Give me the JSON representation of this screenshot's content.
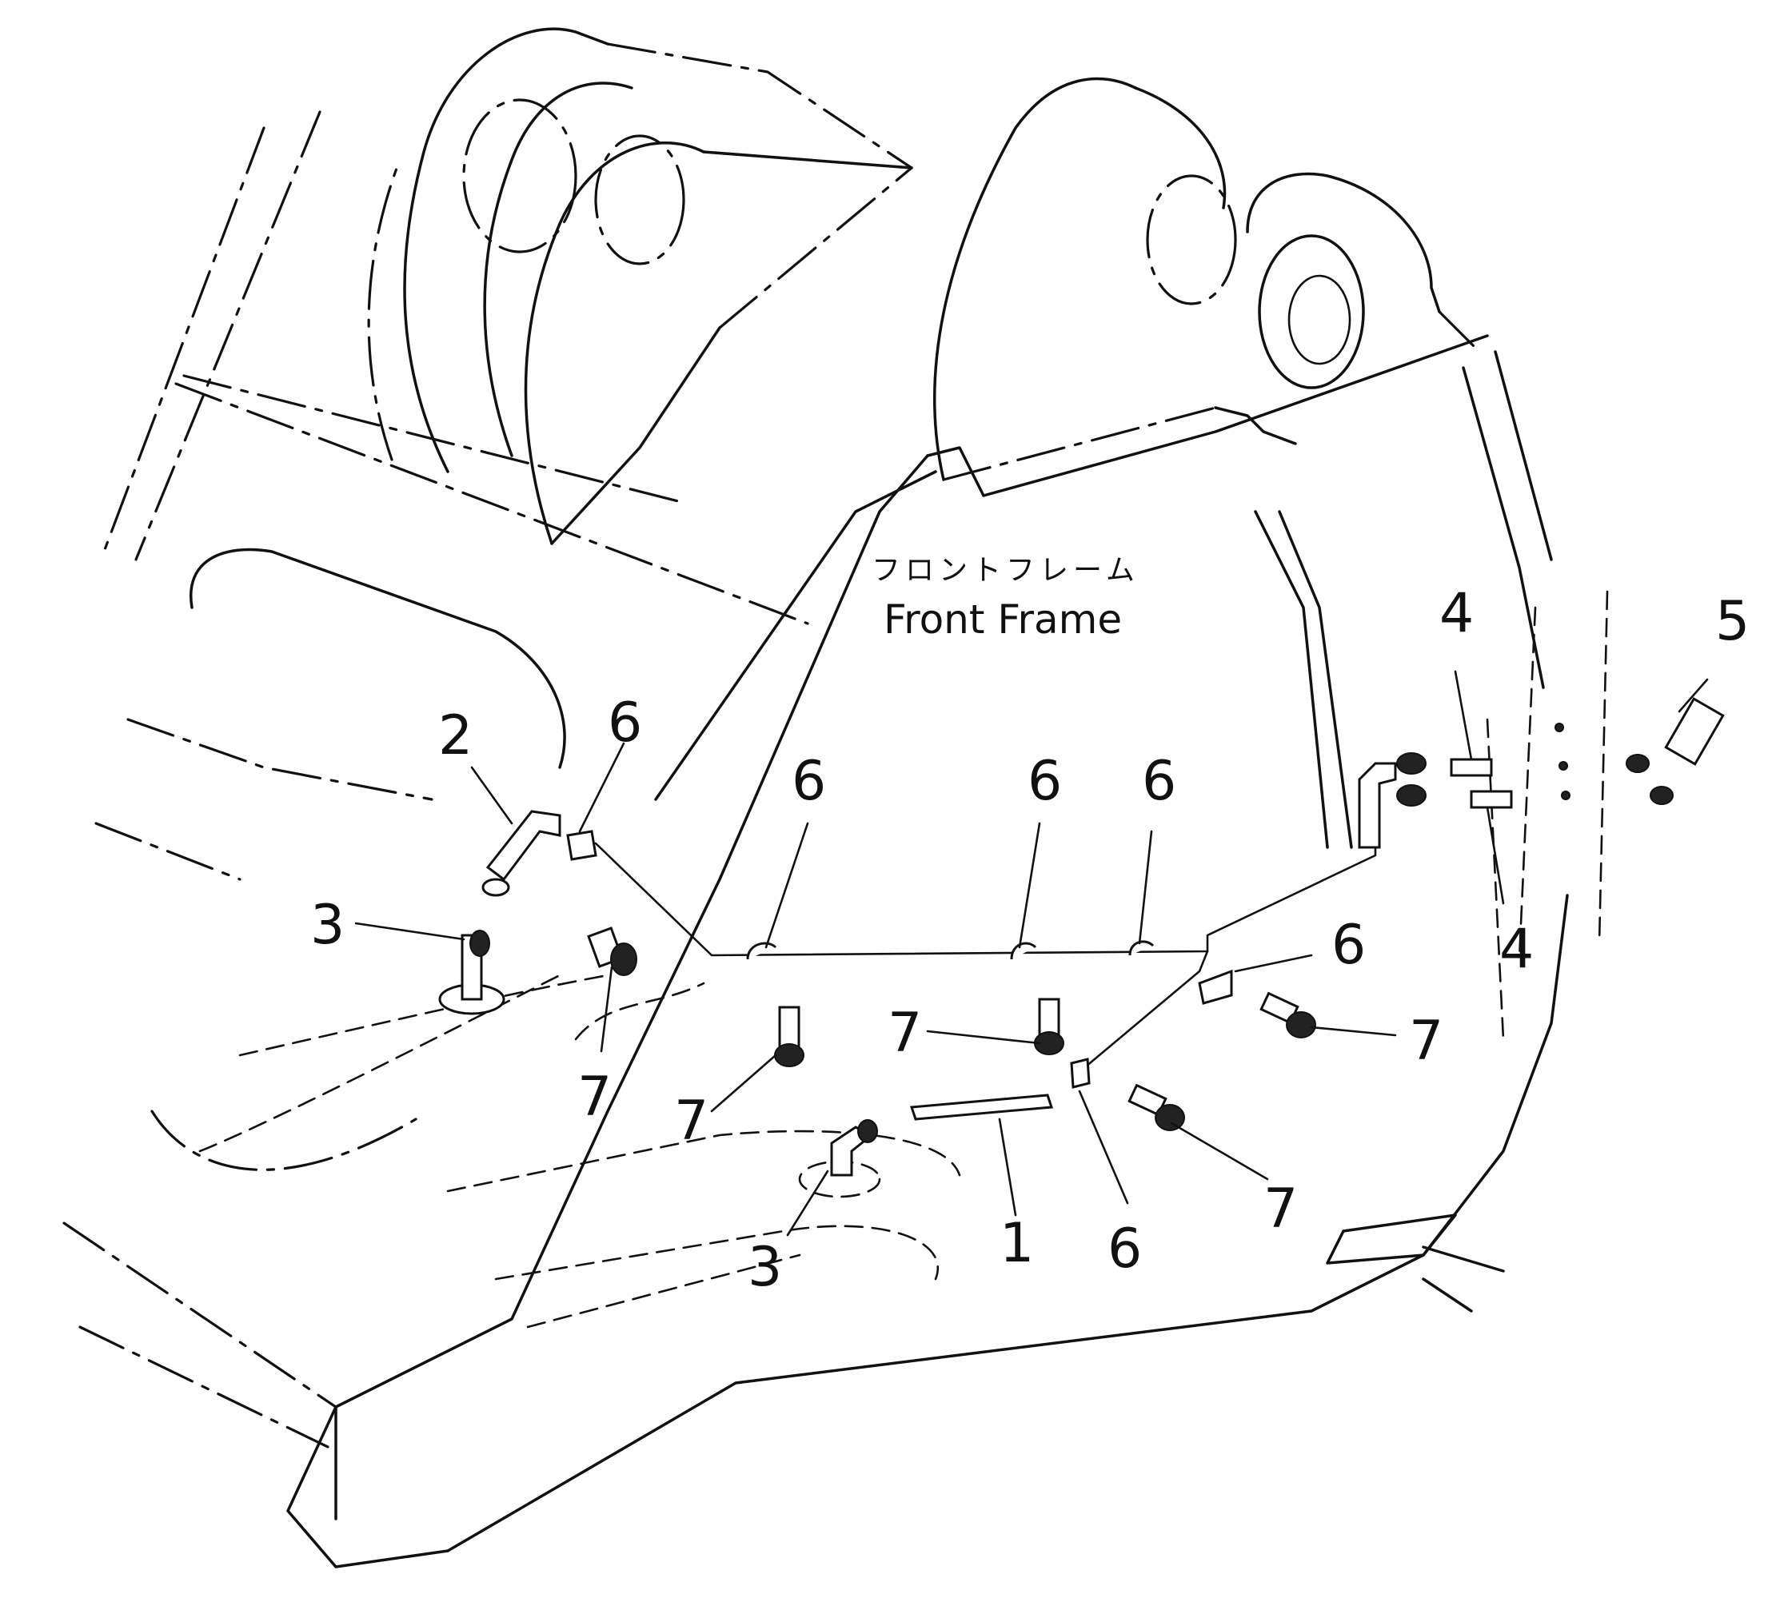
{
  "frame_label": {
    "japanese": "フロントフレーム",
    "english": "Front Frame"
  },
  "callouts": {
    "c1": "1",
    "c2": "2",
    "c3_left": "3",
    "c3_bottom": "3",
    "c4_top": "4",
    "c4_bottom": "4",
    "c5": "5",
    "c6_a": "6",
    "c6_b": "6",
    "c6_c": "6",
    "c6_d": "6",
    "c6_e": "6",
    "c6_f": "6",
    "c7_a": "7",
    "c7_b": "7",
    "c7_c": "7",
    "c7_d": "7",
    "c7_e": "7"
  }
}
